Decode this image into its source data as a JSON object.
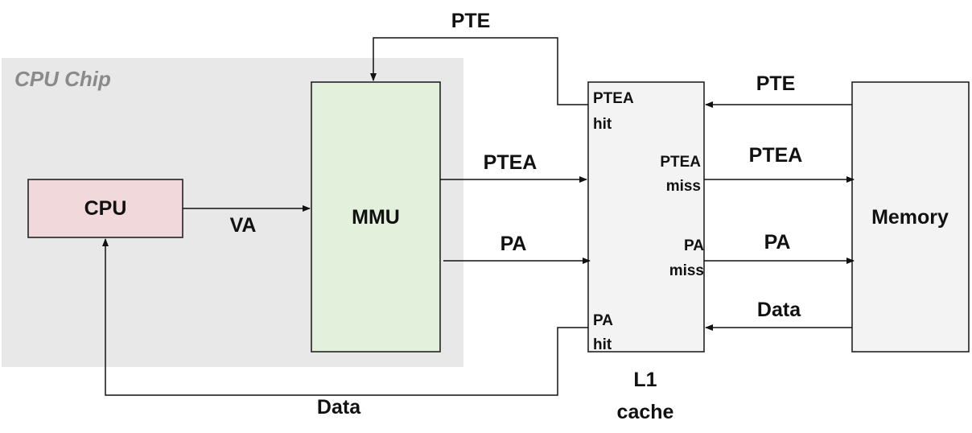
{
  "colors": {
    "chip_background": "#e8e8e8",
    "cpu_fill": "#f1d9db",
    "mmu_fill": "#e3f0dc",
    "cache_fill": "#f3f3f3",
    "memory_fill": "#f3f3f3"
  },
  "chip": {
    "label": "CPU Chip"
  },
  "blocks": {
    "cpu": "CPU",
    "mmu": "MMU",
    "memory": "Memory",
    "cache_line1": "L1",
    "cache_line2": "cache"
  },
  "ports": {
    "ptea_hit_line1": "PTEA",
    "ptea_hit_line2": "hit",
    "ptea_miss_line1": "PTEA",
    "ptea_miss_line2": "miss",
    "pa_miss_line1": "PA",
    "pa_miss_line2": "miss",
    "pa_hit_line1": "PA",
    "pa_hit_line2": "hit"
  },
  "signals": {
    "pte_top": "PTE",
    "va": "VA",
    "ptea_mmu_cache": "PTEA",
    "pa_mmu_cache": "PA",
    "pte_mem_cache": "PTE",
    "ptea_cache_mem": "PTEA",
    "pa_cache_mem": "PA",
    "data_mem_cache": "Data",
    "data_bottom": "Data"
  }
}
